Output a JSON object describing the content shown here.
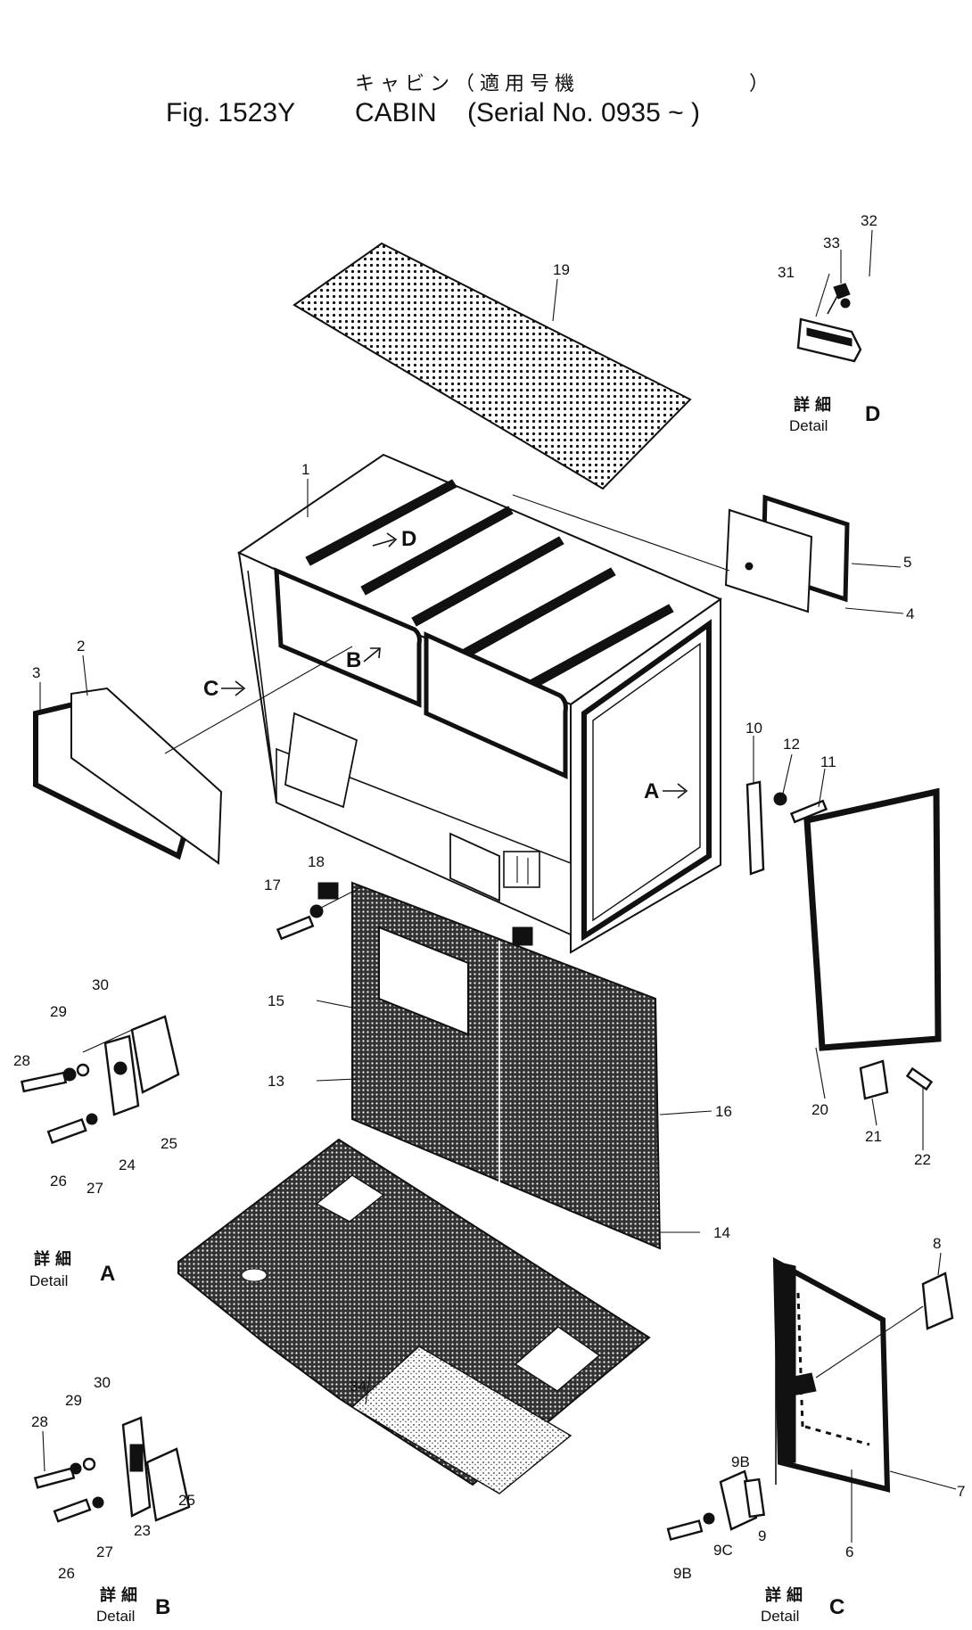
{
  "figure": {
    "title_ja": "キャビン（適用号機",
    "title_ja_close": "）",
    "fig_no": "Fig. 1523Y",
    "name": "CABIN",
    "serial": "(Serial No. 0935 ~ )"
  },
  "callouts": [
    "1",
    "2",
    "3",
    "4",
    "5",
    "6",
    "7",
    "8",
    "9",
    "9B",
    "9B",
    "9C",
    "10",
    "11",
    "12",
    "13",
    "14",
    "15",
    "16",
    "17",
    "18",
    "19",
    "20",
    "21",
    "22",
    "23",
    "24",
    "25",
    "25",
    "26",
    "26",
    "27",
    "27",
    "28",
    "28",
    "29",
    "29",
    "30",
    "30",
    "31",
    "32",
    "33",
    "34"
  ],
  "view_markers": [
    "A",
    "B",
    "C",
    "D"
  ],
  "details": [
    {
      "ja": "詳細",
      "en": "Detail",
      "letter": "A"
    },
    {
      "ja": "詳細",
      "en": "Detail",
      "letter": "B"
    },
    {
      "ja": "詳細",
      "en": "Detail",
      "letter": "C"
    },
    {
      "ja": "詳細",
      "en": "Detail",
      "letter": "D"
    }
  ]
}
